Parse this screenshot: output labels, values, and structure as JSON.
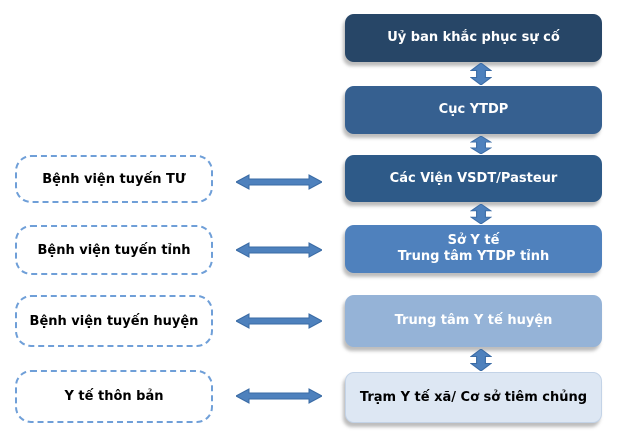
{
  "diagram": {
    "description": "Organisational / communication chart of the Vietnamese health system for incident response and immunization",
    "background": "#ffffff",
    "right_column": {
      "boxes": [
        {
          "label": "Uỷ ban khắc phục sự cố",
          "fill": "#274667",
          "text_color": "#ffffff"
        },
        {
          "label": "Cục YTDP",
          "fill": "#366090",
          "text_color": "#ffffff"
        },
        {
          "label": "Các Viện VSDT/Pasteur",
          "fill": "#2e5a88",
          "text_color": "#ffffff"
        },
        {
          "label": "Sở Y tế\nTrung tâm YTDP tỉnh",
          "fill": "#4f81bd",
          "text_color": "#ffffff"
        },
        {
          "label": "Trung tâm Y tế huyện",
          "fill": "#95b3d7",
          "text_color": "#ffffff"
        },
        {
          "label": "Trạm Y tế xã/ Cơ sở tiêm chủng",
          "fill": "#dde7f3",
          "text_color": "#000000",
          "border_color": "#c3d3e7"
        }
      ]
    },
    "left_column": {
      "border_style": "dashed",
      "border_color": "#6f9fd8",
      "boxes": [
        {
          "label": "Bệnh viện tuyến TƯ"
        },
        {
          "label": "Bệnh viện tuyến tỉnh"
        },
        {
          "label": "Bệnh viện tuyến huyện"
        },
        {
          "label": "Y tế thôn bản"
        }
      ]
    },
    "arrows": {
      "fill": "#4e81bd",
      "stroke": "#3a6ba5",
      "vertical_links": [
        "Uỷ ban khắc phục sự cố ↔ Cục YTDP",
        "Cục YTDP ↔ Các Viện VSDT/Pasteur",
        "Các Viện VSDT/Pasteur ↔ Sở Y tế / Trung tâm YTDP tỉnh",
        "Trung tâm Y tế huyện ↔ Trạm Y tế xã/ Cơ sở tiêm chủng"
      ],
      "horizontal_links": [
        "Bệnh viện tuyến TƯ ↔ Các Viện VSDT/Pasteur",
        "Bệnh viện tuyến tỉnh ↔ Sở Y tế / Trung tâm YTDP tỉnh",
        "Bệnh viện tuyến huyện ↔ Trung tâm Y tế huyện",
        "Y tế thôn bản ↔ Trạm Y tế xã/ Cơ sở tiêm chủng"
      ]
    }
  }
}
